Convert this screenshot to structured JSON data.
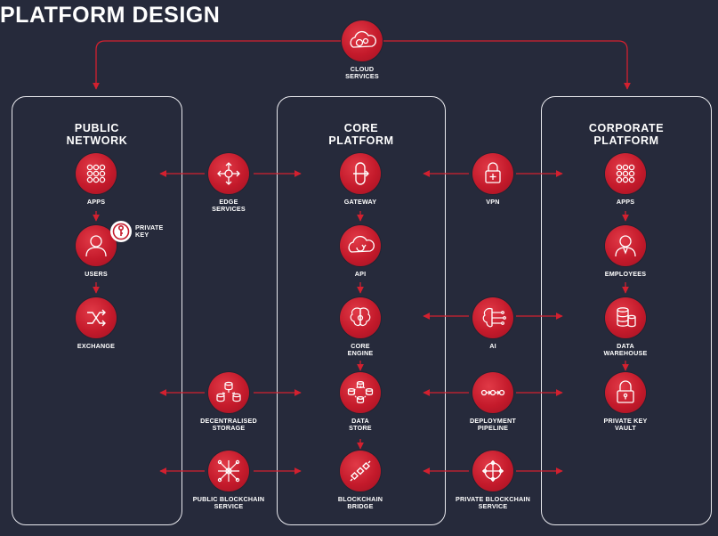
{
  "page_title": "PLATFORM DESIGN",
  "accent_color": "#d3202f",
  "background_color": "#262a3b",
  "panels": {
    "public": "PUBLIC\nNETWORK",
    "core": "CORE\nPLATFORM",
    "corporate": "CORPORATE\nPLATFORM"
  },
  "nodes": {
    "cloud_services": "CLOUD\nSERVICES",
    "public_apps": "APPS",
    "users": "USERS",
    "private_key": "PRIVATE\nKEY",
    "exchange": "EXCHANGE",
    "edge_services": "EDGE\nSERVICES",
    "decentralised_storage": "DECENTRALISED\nSTORAGE",
    "public_blockchain_service": "PUBLIC BLOCKCHAIN\nSERVICE",
    "gateway": "GATEWAY",
    "api": "API",
    "core_engine": "CORE\nENGINE",
    "data_store": "DATA\nSTORE",
    "blockchain_bridge": "BLOCKCHAIN\nBRIDGE",
    "vpn": "VPN",
    "ai": "AI",
    "deployment_pipeline": "DEPLOYMENT\nPIPELINE",
    "private_blockchain_service": "PRIVATE BLOCKCHAIN\nSERVICE",
    "corporate_apps": "APPS",
    "employees": "EMPLOYEES",
    "data_warehouse": "DATA\nWAREHOUSE",
    "private_key_vault": "PRIVATE KEY\nVAULT"
  },
  "icons": {
    "cloud_services": "cloud-gears-icon",
    "public_apps": "app-grid-icon",
    "users": "user-icon",
    "private_key": "key-icon",
    "exchange": "shuffle-icon",
    "edge_services": "move-arrows-icon",
    "decentralised_storage": "database-network-icon",
    "public_blockchain_service": "network-hub-icon",
    "gateway": "gateway-icon",
    "api": "cloud-cycle-icon",
    "core_engine": "brain-icon",
    "data_store": "database-cycle-icon",
    "blockchain_bridge": "chain-icon",
    "vpn": "lock-arrows-icon",
    "ai": "brain-circuit-icon",
    "deployment_pipeline": "pipeline-icon",
    "private_blockchain_service": "crosshair-icon",
    "corporate_apps": "app-grid-icon",
    "employees": "employee-icon",
    "data_warehouse": "database-icon",
    "private_key_vault": "padlock-icon"
  }
}
